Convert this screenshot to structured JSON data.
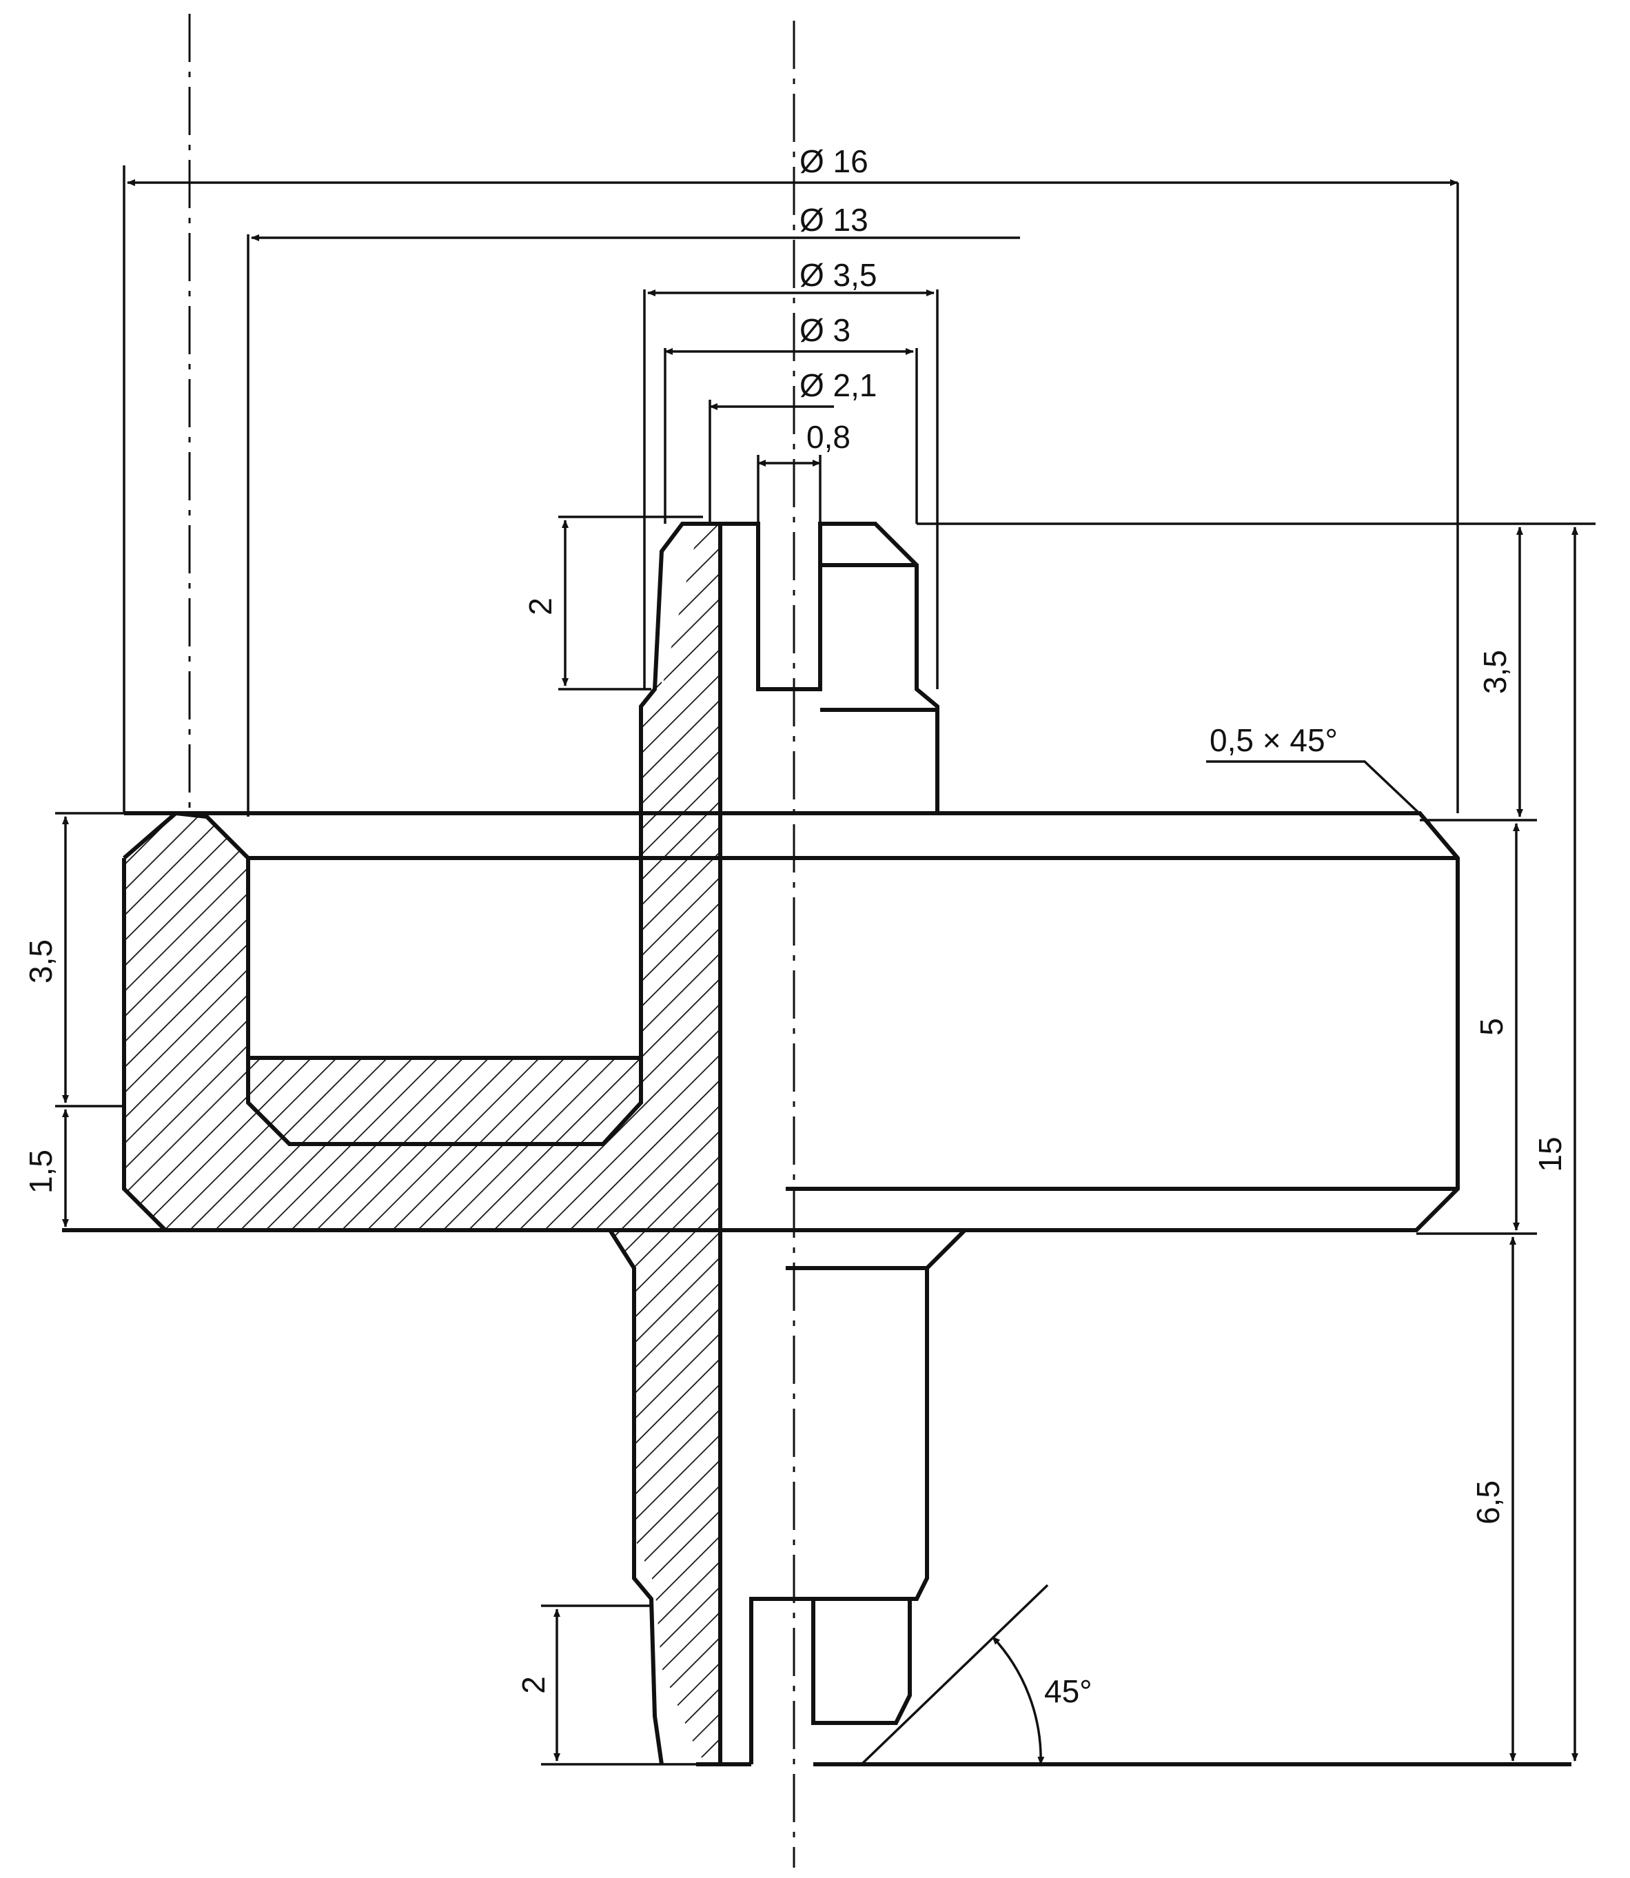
{
  "drawing": {
    "dimensions": {
      "d16": "Ø 16",
      "d13": "Ø 13",
      "d3_5": "Ø 3,5",
      "d3": "Ø 3",
      "d2_1": "Ø 2,1",
      "slot_0_8": "0,8",
      "top_2": "2",
      "left_3_5": "3,5",
      "left_1_5": "1,5",
      "right_3_5": "3,5",
      "chamfer": "0,5 × 45°",
      "right_5": "5",
      "right_6_5": "6,5",
      "total_15": "15",
      "bottom_2": "2",
      "angle_45": "45°"
    },
    "colors": {
      "line": "#111111",
      "background": "#ffffff"
    }
  }
}
